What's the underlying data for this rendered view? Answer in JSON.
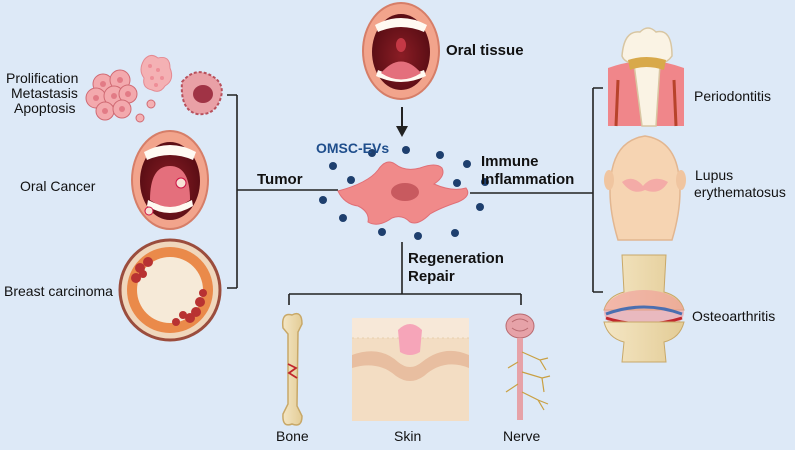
{
  "center": {
    "source_label": "Oral tissue",
    "ev_label": "OMSC-EVs",
    "colors": {
      "background": "#dde9f7",
      "cell": "#f08a8a",
      "nucleus": "#c85a5f",
      "vesicle": "#1e3f6e",
      "line": "#222222",
      "ev_text": "#1f4e8c"
    }
  },
  "tumor": {
    "heading": "Tumor",
    "processes": [
      "Prolification",
      "Metastasis",
      "Apoptosis"
    ],
    "oral_cancer": "Oral  Cancer",
    "breast": "Breast carcinoma"
  },
  "immune": {
    "heading_line1": "Immune",
    "heading_line2": "Inflammation",
    "periodontitis": "Periodontitis",
    "lupus_line1": "Lupus",
    "lupus_line2": "erythematosus",
    "osteoarthritis": "Osteoarthritis"
  },
  "regeneration": {
    "heading_line1": "Regeneration",
    "heading_line2": "Repair",
    "bone": "Bone",
    "skin": "Skin",
    "nerve": "Nerve"
  },
  "icons": [
    "open-mouth-icon",
    "tumor-cells-icon",
    "oral-cancer-mouth-icon",
    "breast-duct-icon",
    "stem-cell-icon",
    "tooth-gum-icon",
    "face-rash-icon",
    "knee-joint-icon",
    "bone-icon",
    "skin-icon",
    "nerve-icon"
  ]
}
